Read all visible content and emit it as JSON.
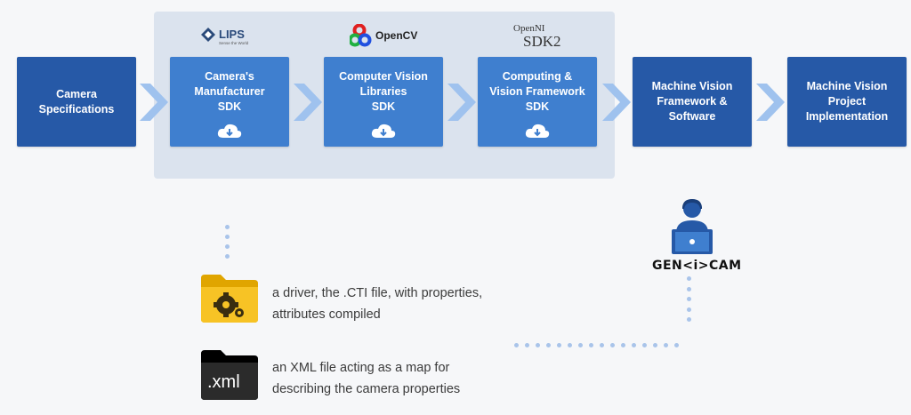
{
  "logos": {
    "lips": "LIPS",
    "lips_tagline": "Sense the World",
    "opencv": "OpenCV",
    "openni_top": "OpenNI",
    "openni_bottom": "SDK2",
    "genicam": "GEN<i>CAM"
  },
  "boxes": [
    {
      "id": "camera-specs",
      "lines": [
        "Camera",
        "Specifications"
      ]
    },
    {
      "id": "manufacturer-sdk",
      "lines": [
        "Camera's",
        "Manufacturer",
        "SDK"
      ],
      "download": true
    },
    {
      "id": "cv-libraries-sdk",
      "lines": [
        "Computer Vision",
        "Libraries",
        "SDK"
      ],
      "download": true
    },
    {
      "id": "computing-sdk",
      "lines": [
        "Computing &",
        "Vision Framework",
        "SDK"
      ],
      "download": true
    },
    {
      "id": "mv-framework",
      "lines": [
        "Machine Vision",
        "Framework &",
        "Software"
      ]
    },
    {
      "id": "mv-project",
      "lines": [
        "Machine Vision",
        "Project",
        "Implementation"
      ]
    }
  ],
  "files": [
    {
      "icon": "gear-folder-icon",
      "lines": [
        "a driver, the .CTI file, with properties,",
        "attributes compiled"
      ]
    },
    {
      "icon": "xml-folder-icon",
      "label": ".xml",
      "lines": [
        "an XML file acting as a map for",
        "describing the camera properties"
      ]
    }
  ],
  "colors": {
    "dark_box": "#2659a7",
    "light_box": "#3f7fcf",
    "panel": "#dbe3ee",
    "chevron": "#9fc2ee",
    "dots": "#a9c4ea"
  }
}
